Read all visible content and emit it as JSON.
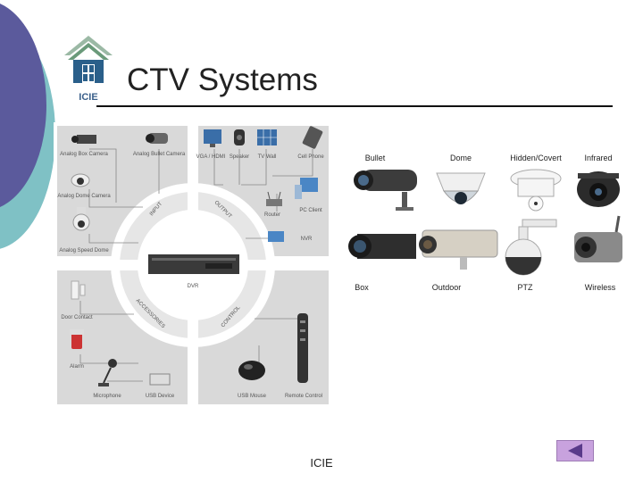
{
  "slide": {
    "title": "CTV Systems",
    "footer": "ICIE",
    "logo_text": "ICIE"
  },
  "diagram": {
    "center_label": "DVR",
    "quadrants": {
      "input": "INPUT",
      "output": "OUTPUT",
      "accessories": "ACCESSORIES",
      "control": "CONTROL"
    },
    "devices": {
      "analog_box": "Analog Box Camera",
      "analog_bullet": "Analog Bullet Camera",
      "analog_dome": "Analog Dome Camera",
      "analog_speed": "Analog Speed Dome",
      "vga_hdmi": "VGA / HDMI",
      "speaker": "Speaker",
      "tv_wall": "TV Wall",
      "cell_phone": "Cell Phone",
      "router": "Router",
      "pc_client": "PC Client",
      "nvr": "NVR",
      "door_contact": "Door Contact",
      "alarm": "Alarm",
      "microphone": "Microphone",
      "usb_device": "USB Device",
      "usb_mouse": "USB Mouse",
      "remote_control": "Remote Control"
    }
  },
  "gallery": {
    "bullet": "Bullet",
    "dome": "Dome",
    "hidden": "Hidden/Covert",
    "infrared": "Infrared",
    "box": "Box",
    "outdoor": "Outdoor",
    "ptz": "PTZ",
    "wireless": "Wireless"
  },
  "colors": {
    "deco_purple": "#5b5a9c",
    "deco_teal": "#7fc1c5",
    "panel_gray": "#d8d8d8",
    "nav_button": "#c8a2de",
    "logo_green": "#6a9a7a",
    "logo_blue": "#2a5f8a"
  }
}
